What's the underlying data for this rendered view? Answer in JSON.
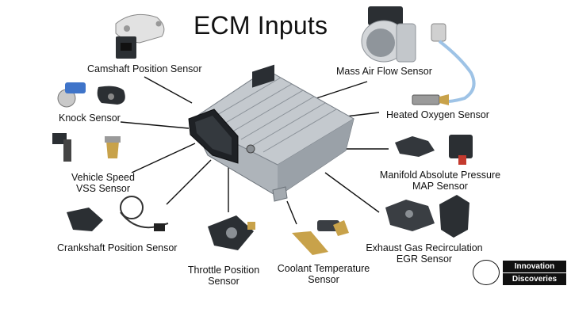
{
  "title": "ECM Inputs",
  "labels": {
    "camshaft": "Camshaft Position Sensor",
    "maf": "Mass Air Flow Sensor",
    "knock": "Knock Sensor",
    "o2": "Heated Oxygen Sensor",
    "vss_1": "Vehicle Speed",
    "vss_2": "VSS Sensor",
    "map_1": "Manifold Absolute Pressure",
    "map_2": "MAP Sensor",
    "crank": "Crankshaft Position Sensor",
    "tps_1": "Throttle Position",
    "tps_2": "Sensor",
    "coolant_1": "Coolant Temperature",
    "coolant_2": "Sensor",
    "egr_1": "Exhaust Gas Recirculation",
    "egr_2": "EGR Sensor"
  },
  "badge": {
    "line_1": "Innovation",
    "line_2": "Discoveries"
  },
  "colors": {
    "ecm_body": "#b9bec3",
    "sensor_dark": "#2b2f33",
    "sensor_metal": "#c8a24a",
    "knock_blue": "#3f74c9",
    "o2_wire": "#9ec3e6"
  }
}
